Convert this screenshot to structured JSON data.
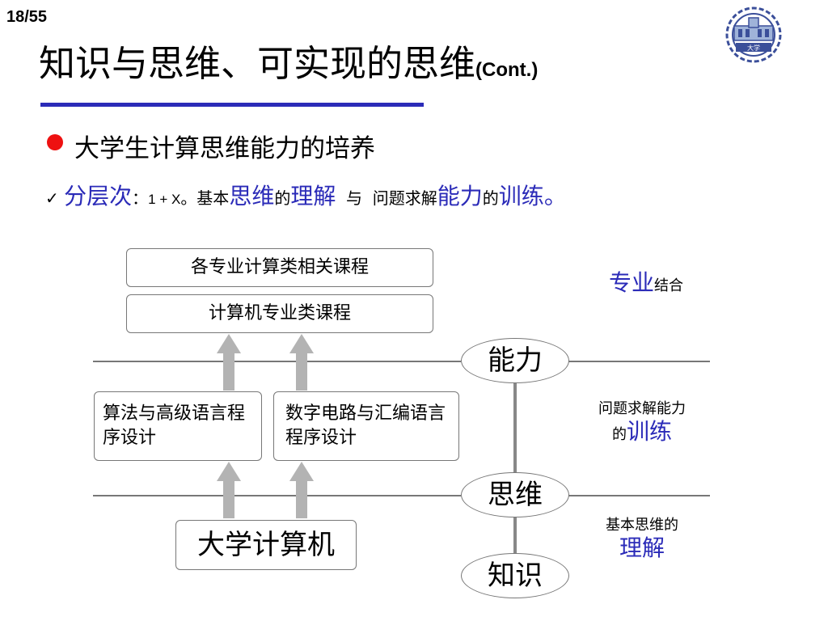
{
  "page_number": "18/55",
  "logo": {
    "name": "university-seal-logo",
    "text": "大学"
  },
  "title": {
    "main": "知识与思维、可实现的思维",
    "suffix": "(Cont.)"
  },
  "bullet": {
    "text": "大学生计算思维能力的培养",
    "color": "#ee1111"
  },
  "line2": {
    "check": "✓",
    "part1": "分层次",
    "part2": "：",
    "part3": "1 + X",
    "part4": "。基本",
    "part5": "思维",
    "part6": "的",
    "part7": "理解",
    "part8": "  与  问题求解",
    "part9": "能力",
    "part10": "的",
    "part11": "训练",
    "part12": "。"
  },
  "diagram": {
    "box_top1": "各专业计算类相关课程",
    "box_top2": "计算机专业类课程",
    "box_mid1": "算法与高级语言程序设计",
    "box_mid2": "数字电路与汇编语言程序设计",
    "box_bottom": "大学计算机",
    "oval_ability": "能力",
    "oval_thinking": "思维",
    "oval_knowledge": "知识",
    "label_major_blue": "专业",
    "label_major_rest": "结合",
    "label_train_line1": "问题求解能力",
    "label_train_prefix": "的",
    "label_train_blue": "训练",
    "label_understand_line1": "基本思维的",
    "label_understand_blue": "理解"
  },
  "colors": {
    "accent_blue": "#2b2bb8",
    "bullet_red": "#ee1111",
    "line_gray": "#777777",
    "arrow_gray": "#b3b3b3"
  }
}
